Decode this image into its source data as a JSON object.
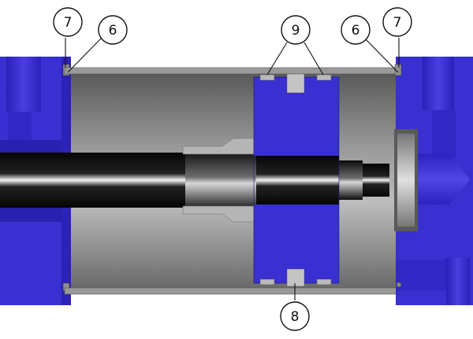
{
  "callouts": {
    "c7_left": "7",
    "c6_left": "6",
    "c9": "9",
    "c6_right": "6",
    "c7_right": "7",
    "c8": "8"
  },
  "colors": {
    "blue": "#3a2fd0",
    "blue_dark": "#1a1380",
    "grey": "#8a8a8a",
    "grey_light": "#cfcfcf",
    "rod_dark": "#0a0a0a"
  }
}
